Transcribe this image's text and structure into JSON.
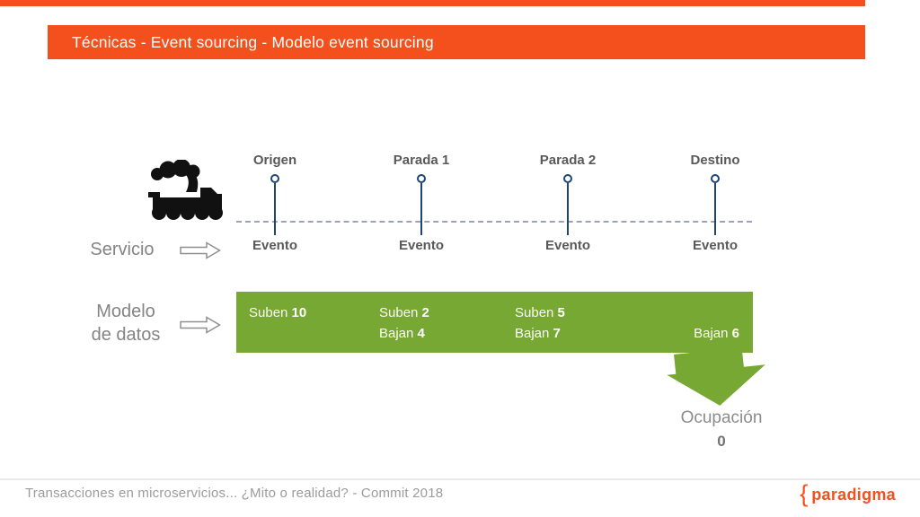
{
  "colors": {
    "orange": "#F4501E",
    "green": "#76A833",
    "navy": "#1F4571",
    "label_gray": "#595959"
  },
  "title_bar": {
    "text": "Técnicas - Event sourcing - Modelo event sourcing"
  },
  "icons": {
    "train": "train-icon",
    "service_arrow": "right-hollow-arrow-icon",
    "model_arrow": "right-hollow-arrow-icon",
    "down_arrow": "down-block-arrow-icon",
    "pin": "timeline-pin-icon",
    "logo_brace": "{"
  },
  "timeline": {
    "stations": [
      {
        "name": "Origen",
        "event": "Evento"
      },
      {
        "name": "Parada 1",
        "event": "Evento"
      },
      {
        "name": "Parada 2",
        "event": "Evento"
      },
      {
        "name": "Destino",
        "event": "Evento"
      }
    ]
  },
  "rows": {
    "service_label": "Servicio",
    "model_label_line1": "Modelo",
    "model_label_line2": "de datos"
  },
  "bar": {
    "cells": [
      {
        "suben_word": "Suben",
        "suben_num": "10",
        "bajan_word": "",
        "bajan_num": ""
      },
      {
        "suben_word": "Suben",
        "suben_num": "2",
        "bajan_word": "Bajan",
        "bajan_num": "4"
      },
      {
        "suben_word": "Suben",
        "suben_num": "5",
        "bajan_word": "Bajan",
        "bajan_num": "7"
      },
      {
        "suben_word": "",
        "suben_num": "",
        "bajan_word": "Bajan",
        "bajan_num": "6"
      }
    ]
  },
  "occupancy": {
    "label": "Ocupación",
    "value": "0"
  },
  "footer": {
    "text": "Transacciones en microservicios... ¿Mito o realidad? - Commit 2018",
    "logo_text": "paradigma"
  }
}
